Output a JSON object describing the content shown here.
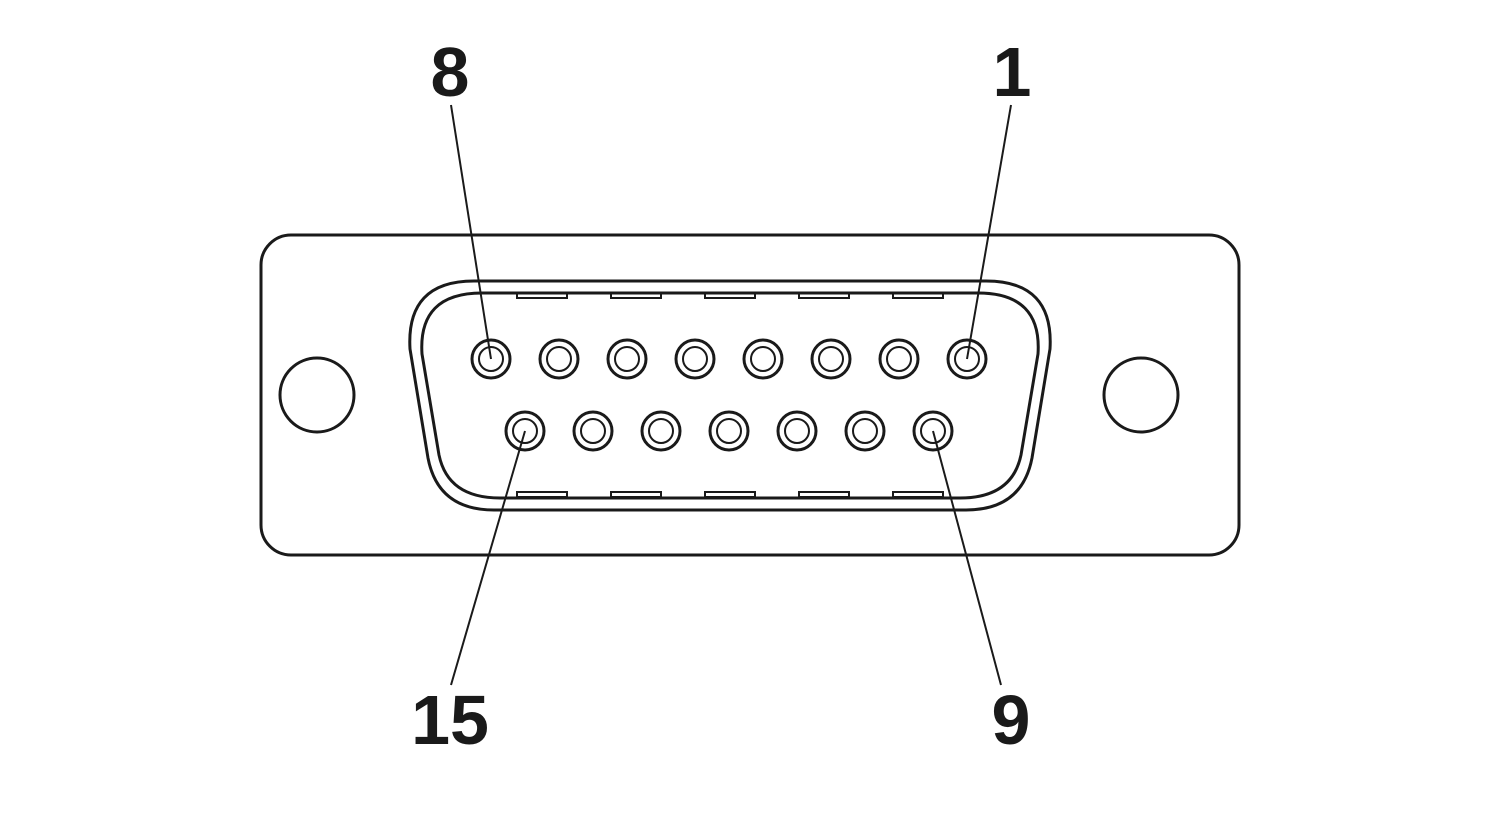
{
  "connector": {
    "pin_count": 15,
    "rows": [
      8,
      7
    ],
    "line_color": "#1a1a1a",
    "background_color": "#ffffff"
  },
  "labels": {
    "pin_8": "8",
    "pin_1": "1",
    "pin_15": "15",
    "pin_9": "9"
  }
}
